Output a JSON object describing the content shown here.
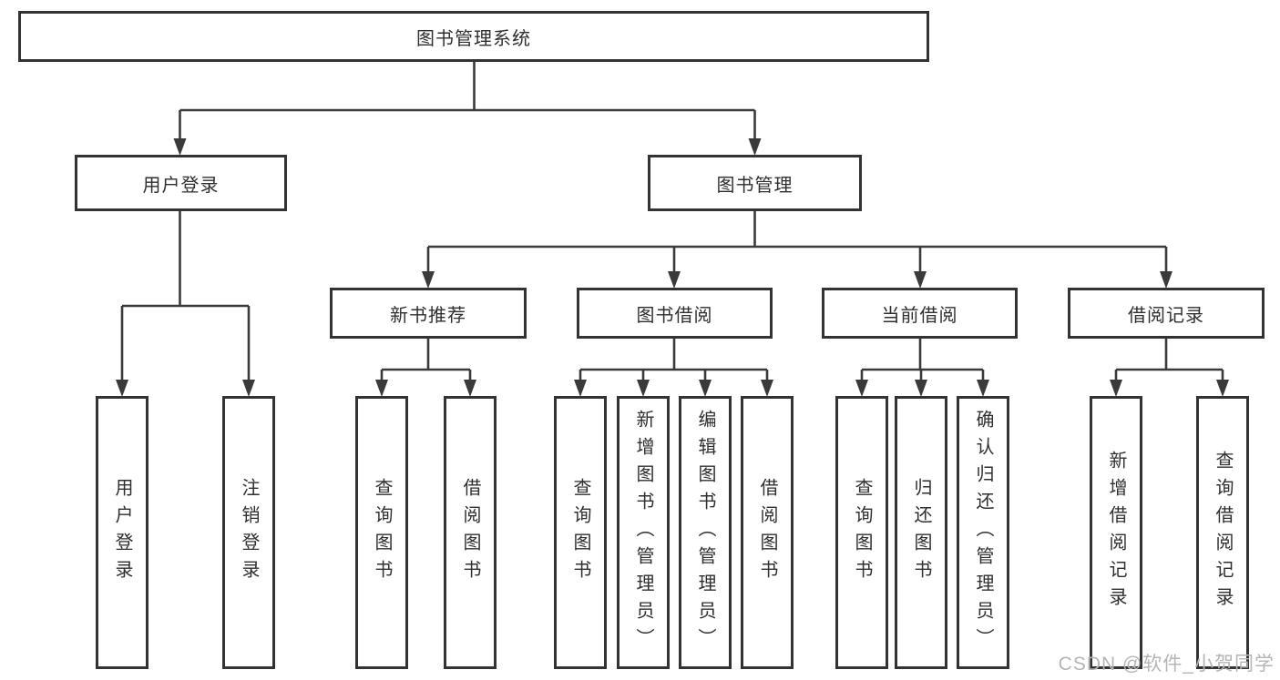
{
  "diagram": {
    "root": {
      "label": "图书管理系统"
    },
    "level2": [
      {
        "label": "用户登录"
      },
      {
        "label": "图书管理"
      }
    ],
    "level3": [
      {
        "label": "新书推荐"
      },
      {
        "label": "图书借阅"
      },
      {
        "label": "当前借阅"
      },
      {
        "label": "借阅记录"
      }
    ],
    "leaves": [
      {
        "label": "用户登录"
      },
      {
        "label": "注销登录"
      },
      {
        "label": "查询图书"
      },
      {
        "label": "借阅图书"
      },
      {
        "label": "查询图书"
      },
      {
        "label": "新增图书（管理员）"
      },
      {
        "label": "编辑图书（管理员）"
      },
      {
        "label": "借阅图书"
      },
      {
        "label": "查询图书"
      },
      {
        "label": "归还图书"
      },
      {
        "label": "确认归还（管理员）"
      },
      {
        "label": "新增借阅记录"
      },
      {
        "label": "查询借阅记录"
      }
    ]
  },
  "watermark": {
    "text": "CSDN @软件_小贺同学"
  },
  "colors": {
    "line": "#3a3a3a",
    "border": "#333333",
    "text": "#2f2f2f",
    "watermark": "#b5b5b5",
    "background": "#ffffff"
  }
}
